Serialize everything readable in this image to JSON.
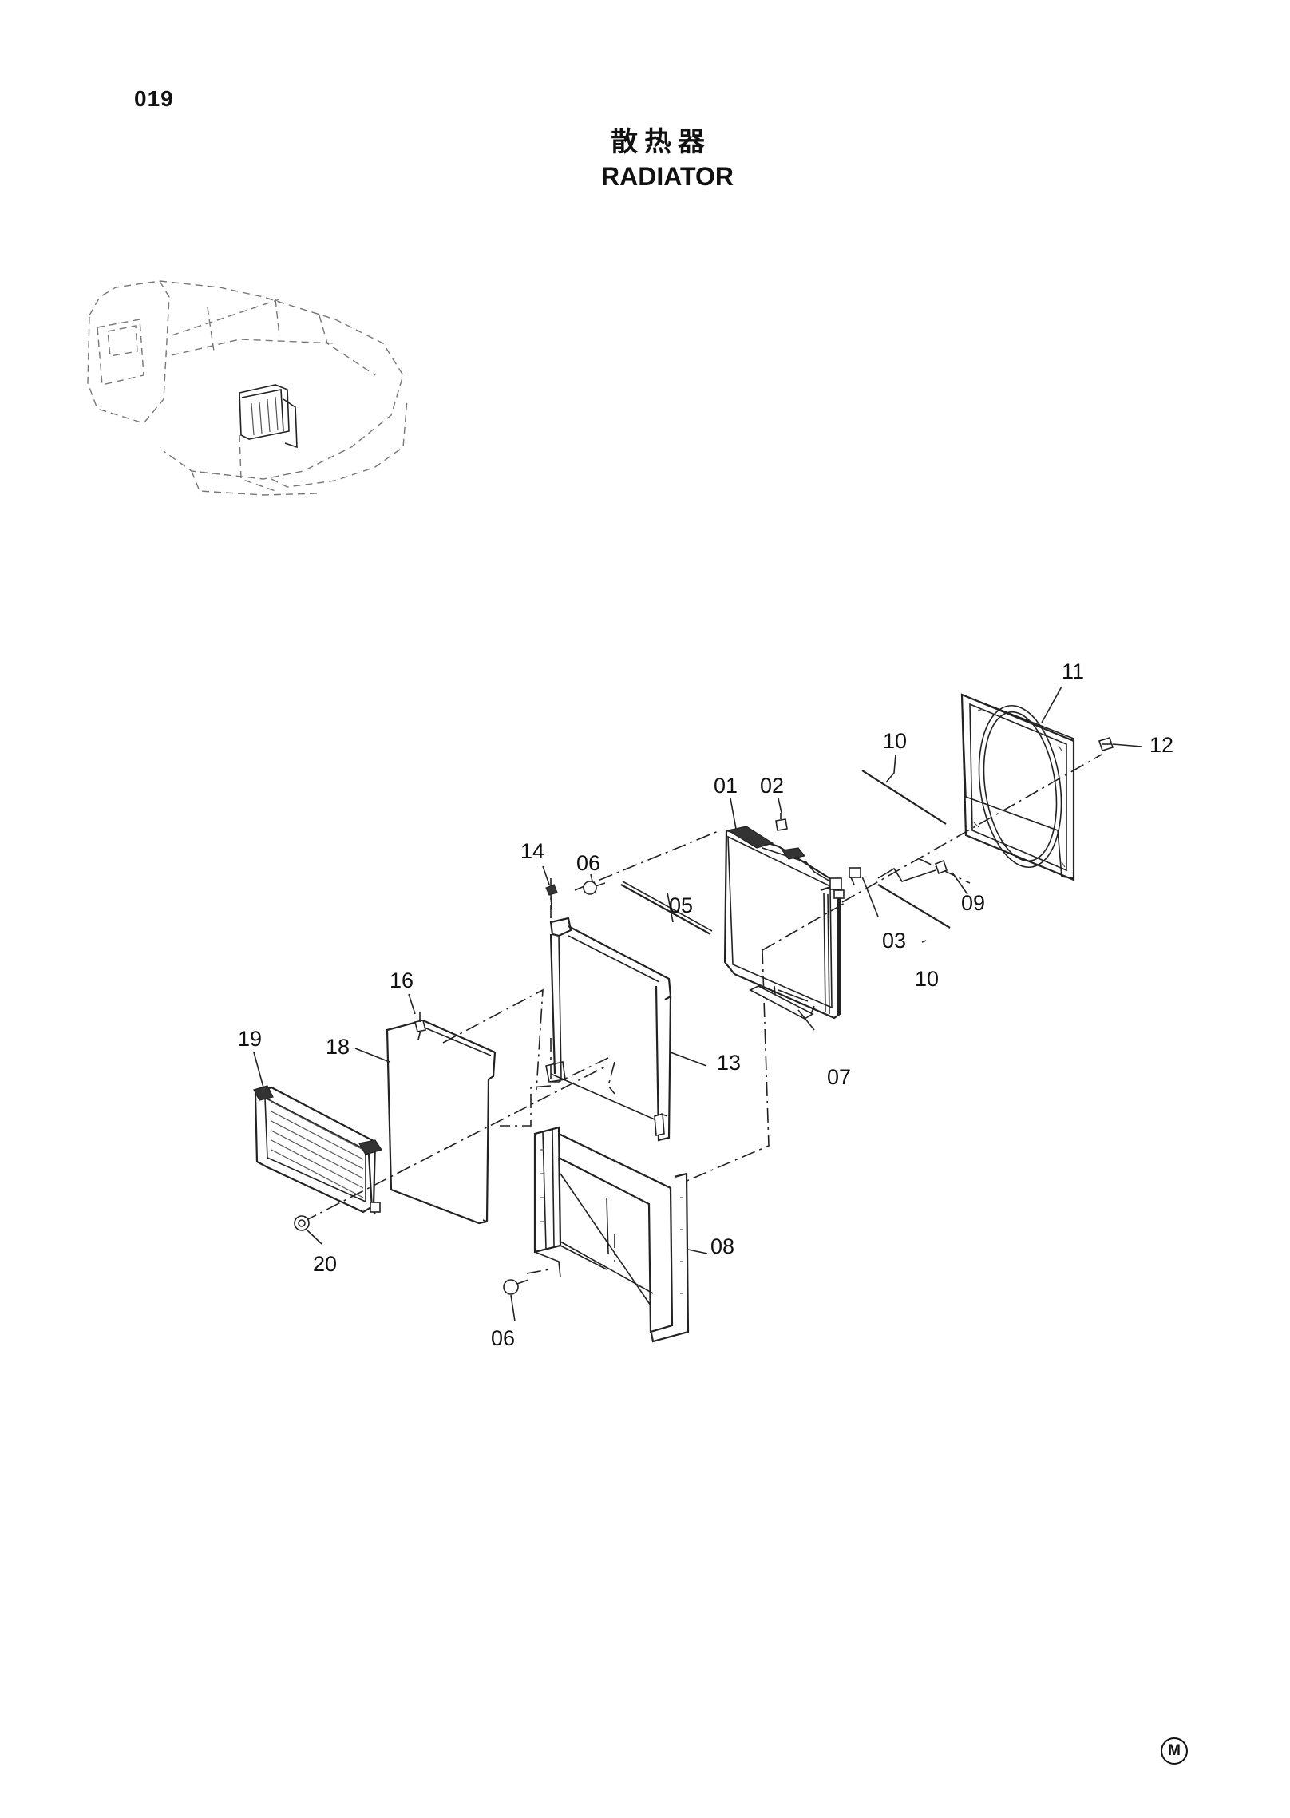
{
  "page": {
    "page_number": "019",
    "title_cn": "散热器",
    "title_en": "RADIATOR",
    "corner_mark": "M"
  },
  "callouts": {
    "c01": "01",
    "c02": "02",
    "c03": "03",
    "c05": "05",
    "c06_top": "06",
    "c06_bottom": "06",
    "c07": "07",
    "c08": "08",
    "c09": "09",
    "c10_top": "10",
    "c10_bottom": "10",
    "c11": "11",
    "c12": "12",
    "c13": "13",
    "c14": "14",
    "c16": "16",
    "c18": "18",
    "c19": "19",
    "c20": "20"
  }
}
